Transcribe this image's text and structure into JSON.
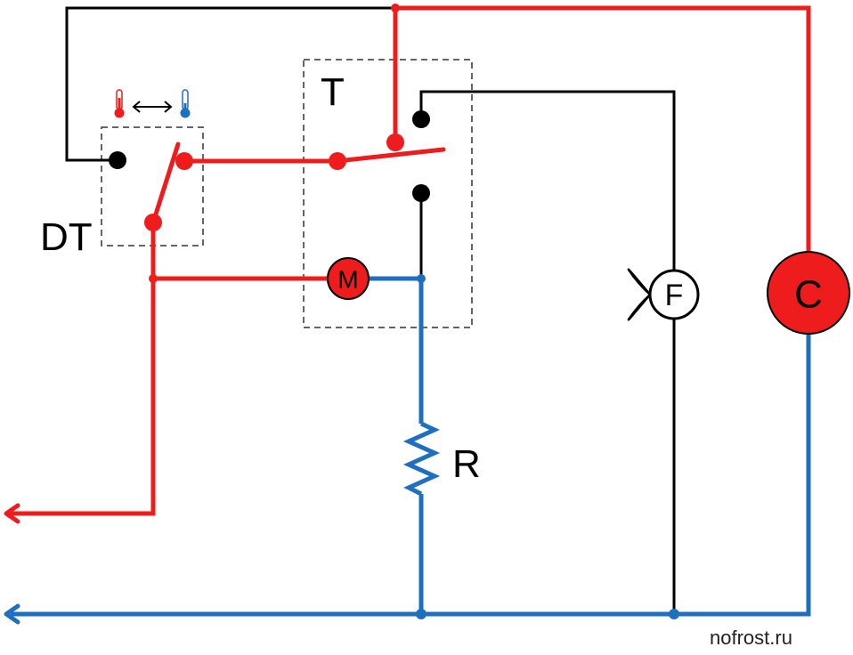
{
  "labels": {
    "defrost_timer": "DT",
    "thermostat": "T",
    "resistor": "R",
    "motor": "M",
    "fan": "F",
    "compressor": "C"
  },
  "watermark": "nofrost.ru",
  "icons": {
    "warm": "thermometer-hot-icon",
    "cold": "thermometer-cold-icon",
    "toggle": "double-arrow-icon",
    "fan_blade": "fan-blade-icon"
  },
  "colors": {
    "live": "#ee1c1c",
    "neutral": "#1f6fbf",
    "wire": "#000000",
    "dashed_box": "#333333"
  }
}
